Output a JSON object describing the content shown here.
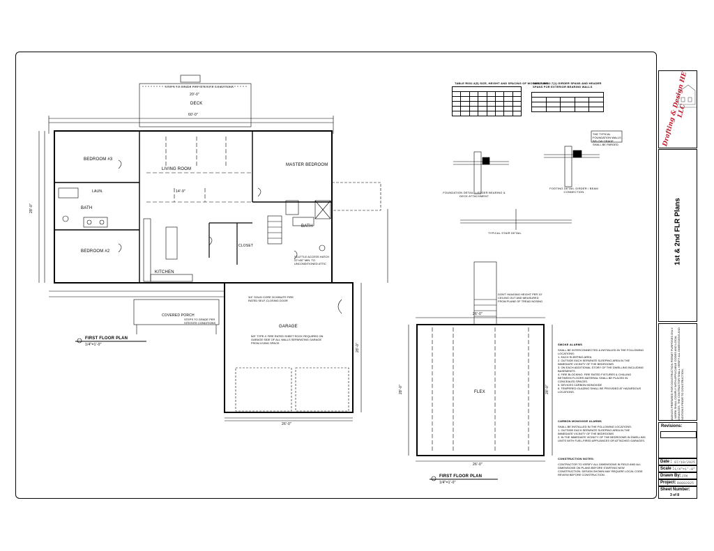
{
  "title_block": {
    "logo_text": "Drafting & Design HE LLC",
    "sheet_title": "1st & 2nd FLR Plans",
    "revisions_label": "Revisions:",
    "date_label": "Date :",
    "date_value": "07/10/2025",
    "scale_label": "Scale :",
    "scale_value": "1/4\"=1'-0\"",
    "drawn_label": "Drawn By:",
    "drawn_value": "JTM",
    "project_label": "Project:",
    "project_value": "R0892925",
    "sheet_label": "Sheet Number:",
    "sheet_value": "3 of 8"
  },
  "plan1": {
    "title": "FIRST FLOOR PLAN",
    "scale": "1/4\"=1'-0\"",
    "rooms": {
      "bed3": "BEDROOM #3",
      "bed2": "BEDROOM #2",
      "living": "LIVING ROOM",
      "master": "MASTER BEDROOM",
      "bath1": "BATH",
      "bath2": "BATH",
      "kitchen": "KITCHEN",
      "garage": "GARAGE",
      "deck": "DECK",
      "porch": "COVERED PORCH",
      "laundry": "LAUN.",
      "closet": "CLOSET"
    },
    "dims": {
      "top_overall": "60'-0\"",
      "deck_width": "20'-0\"",
      "bottom_garage": "26'-0\"",
      "left_overall": "28'-0\"",
      "right_garage": "28'-0\"",
      "living_span": "14'-9\""
    },
    "notes": {
      "steps_top": "STEPS TO GRADE PER SITE/SITE CONDITIONS",
      "steps_bottom": "STEPS TO GRADE PER SITE/SITE CONDITIONS",
      "attic": "SCUTTLE ACCESS HATCH 22\"x30\" MIN. TO UNCONDITIONED ATTIC",
      "garage_sep": "5/8\" TYPE-X FIRE RATED SHEET ROCK REQUIRED ON GARAGE SIDE OF ALL WALLS SEPARATING GARAGE FROM LIVING SPACE.",
      "door": "3/4\" SOLID CORE 20 MINUTE FIRE RATED SELF-CLOSING DOOR"
    }
  },
  "plan2": {
    "title": "FIRST FLOOR PLAN",
    "scale": "1/4\"=1'-0\"",
    "room": "FLEX",
    "dims": {
      "top": "26'-0\"",
      "bottom": "26'-0\"",
      "left": "28'-0\"",
      "right": "28'-0\""
    },
    "note": "DON'T HANGING HEIGHT PER 10' CEILING OUT AND MEASURED FROM PLANE OF TREAD NOSING"
  },
  "schedules": {
    "table1_title": "TABLE R602.3(5) SIZE, HEIGHT AND SPACING OF WOOD STUDS",
    "table2_title": "TABLE R602.7(1) GIRDER SPANS AND HEADER SPANS FOR EXTERIOR BEARING WALLS"
  },
  "details": {
    "detail1": "FOUNDATION DETAIL: LEDGER BEARING & DECK ATTACHMENT",
    "detail2": "FOOTING DETAIL GIRDER / BEAM CONNECTION",
    "detail3": "TYPICAL STAIR DETAIL"
  },
  "general_notes": {
    "heading": "SMOKE ALARMS",
    "body": "SHALL BE INTERCONNECTED & INSTALLED IN THE FOLLOWING LOCATIONS:\n1. EACH SLEEPING AREA\n2. OUTSIDE EACH SEPARATE SLEEPING AREA IN THE IMMEDIATE VICINITY OF THE BEDROOMS\n3. ON EACH ADDITIONAL STORY OF THE DWELLING INCLUDING BASEMENTS\n4. FIRE BLOCKING: FIRE RATED FIXTURES & CHILLING BETWEEN FLOORS MATERIAL SHALL BE PLACED IN CONCEALED SPACES.\n5. DEVICES CARBON MONOXIDE\n6. TEMPERED GLAZING SHALL BE PROVIDED AT HAZARDOUS LOCATIONS.",
    "heading2": "CARBON MONOXIDE ALARMS",
    "body2": "SHALL BE INSTALLED IN THE FOLLOWING LOCATIONS:\n1. OUTSIDE EACH SEPARATE SLEEPING AREA IN THE IMMEDIATE VICINITY OF THE BEDROOMS\n2. IN THE IMMEDIATE VICINITY OF THE BEDROOMS IN DWELLING UNITS WITH FUEL-FIRED APPLIANCES OR ATTACHED GARAGES.",
    "heading3": "CONSTRUCTION NOTES:",
    "body3": "CONTRACTOR TO VERIFY ALL DIMENSIONS IN FIELD AND ALL DIMENSIONS ON PLANS BEFORE STARTING NEW CONSTRUCTION. DESIGN SHOWN MAY REQUIRE LOCAL CODE REVIEW BEFORE CONSTRUCTION."
  },
  "right_notes": {
    "stamp": "THE TYPICAL FOUNDATION WALLS BELOW GRADE SHALL BE PARGED.",
    "side": "DRAWINGS PREPARED FOR CONSTRUCTION PERMIT PURPOSES ONLY. ALL WORK SHALL COMPLY WITH APPLICABLE CODES AND LOCAL ORDINANCES. THE CONTRACTOR SHALL VERIFY ALL DIMENSIONS AND CONDITIONS PRIOR TO CONSTRUCTION."
  }
}
